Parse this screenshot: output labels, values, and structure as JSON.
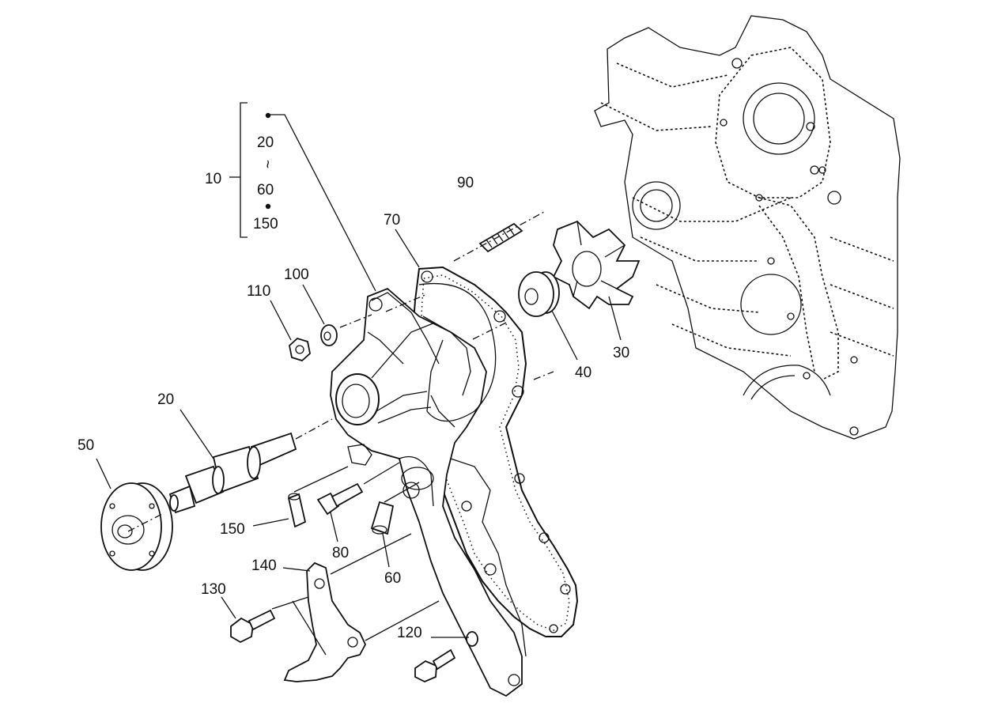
{
  "callouts": {
    "kit": {
      "number": "10",
      "items": [
        "20",
        "~",
        "60",
        "150"
      ]
    },
    "p20": "20",
    "p30": "30",
    "p40": "40",
    "p50": "50",
    "p60": "60",
    "p70": "70",
    "p80": "80",
    "p90": "90",
    "p100": "100",
    "p110": "110",
    "p120": "120",
    "p130": "130",
    "p140": "140",
    "p150": "150"
  }
}
